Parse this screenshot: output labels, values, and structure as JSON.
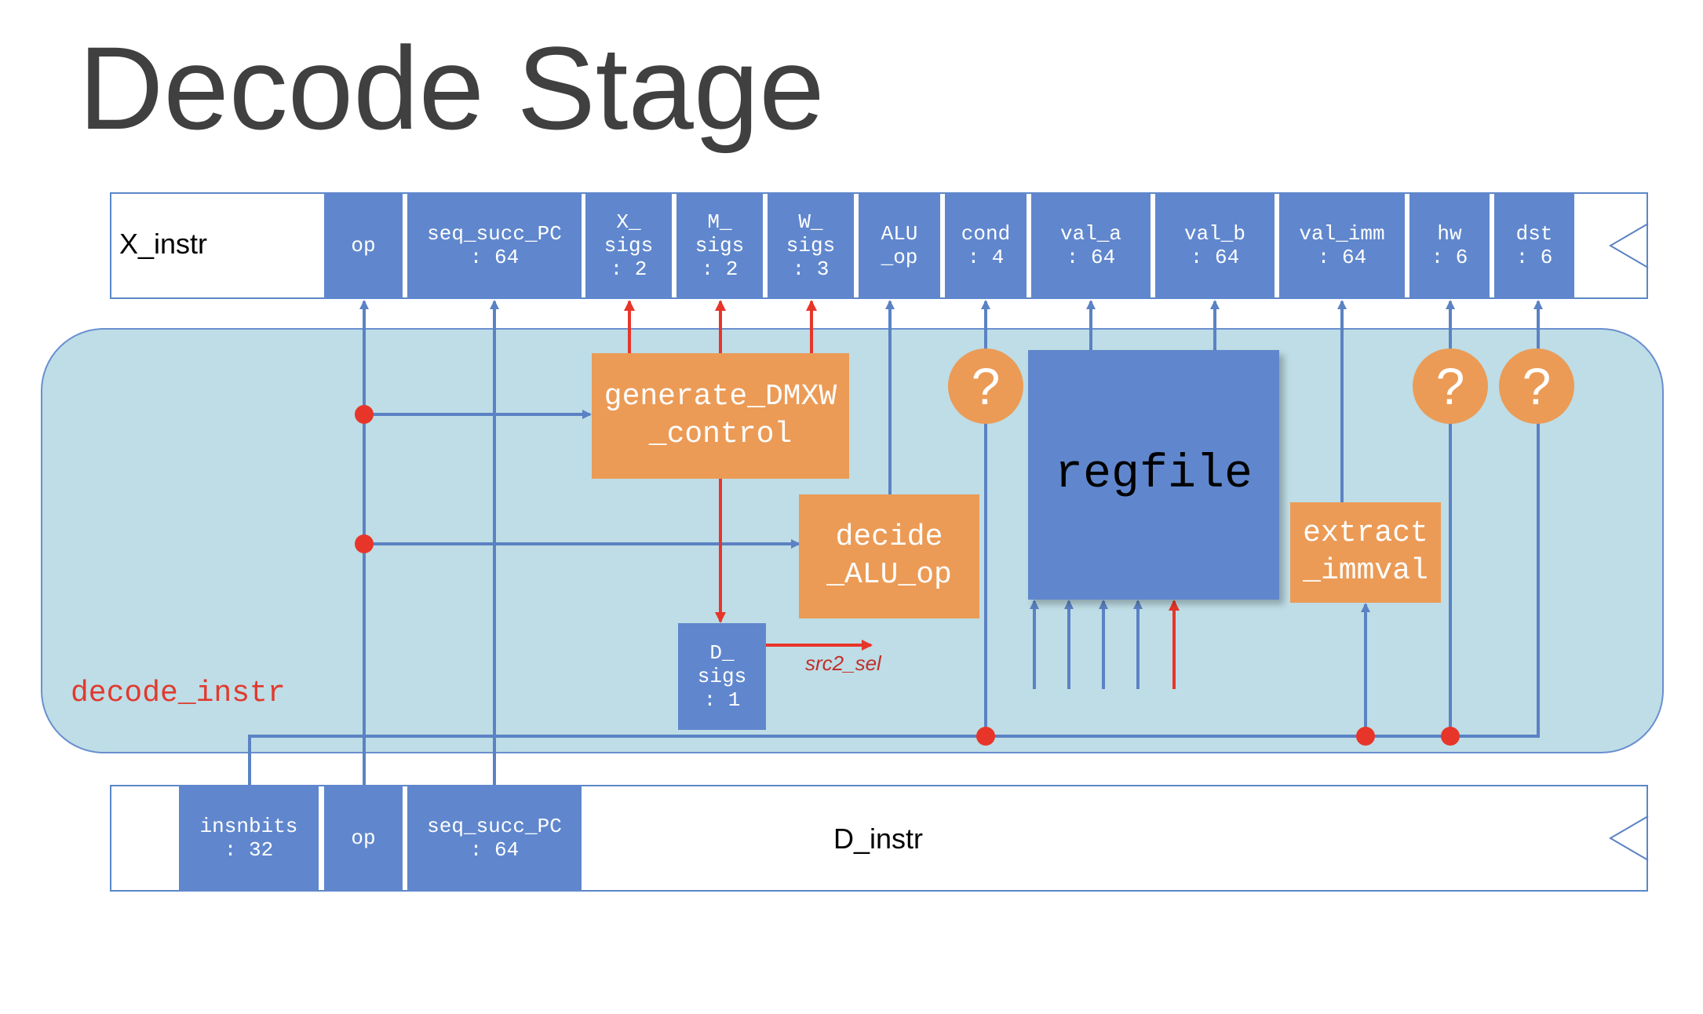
{
  "title": "Decode Stage",
  "x_instr": {
    "label": "X_instr",
    "fields": [
      "op",
      "seq_succ_PC\n: 64",
      "X_\nsigs\n: 2",
      "M_\nsigs\n: 2",
      "W_\nsigs\n: 3",
      "ALU\n_op",
      "cond\n: 4",
      "val_a\n: 64",
      "val_b\n: 64",
      "val_imm\n: 64",
      "hw\n: 6",
      "dst\n: 6"
    ]
  },
  "d_instr": {
    "label": "D_instr",
    "fields": [
      "insnbits\n: 32",
      "op",
      "seq_succ_PC\n: 64"
    ]
  },
  "decode_instr": {
    "label": "decode_instr",
    "generate_control": "generate_DMXW\n_control",
    "decide_alu_op": "decide\n_ALU_op",
    "regfile": "regfile",
    "extract_immval": "extract\n_immval",
    "d_sigs": "D_\nsigs\n: 1",
    "src2_sel": "src2_sel",
    "unknown_mark": "?"
  },
  "colors": {
    "field_blue": "#6087cd",
    "logic_orange": "#eb9b56",
    "decode_bg": "#bedde6",
    "wire_blue": "#5b82c4",
    "control_red": "#e8352a"
  }
}
